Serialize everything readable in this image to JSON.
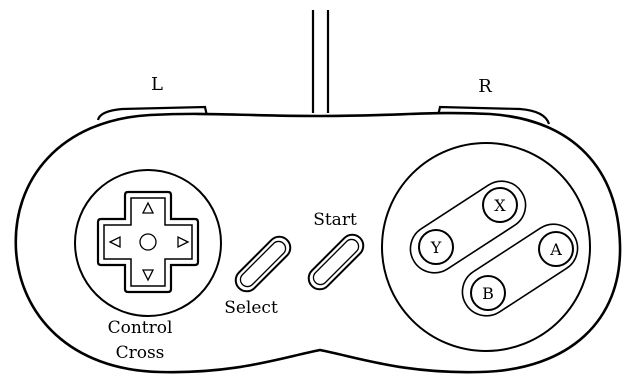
{
  "labels": {
    "left_shoulder": "L",
    "right_shoulder": "R",
    "start": "Start",
    "select": "Select",
    "control_cross_line1": "Control",
    "control_cross_line2": "Cross"
  },
  "face_buttons": {
    "x": "X",
    "y": "Y",
    "a": "A",
    "b": "B"
  },
  "dpad_icons": {
    "up": "triangle-up-icon",
    "down": "triangle-down-icon",
    "left": "triangle-left-icon",
    "right": "triangle-right-icon",
    "center": "circle-icon"
  },
  "colors": {
    "ink": "#000000",
    "paper": "#ffffff"
  }
}
